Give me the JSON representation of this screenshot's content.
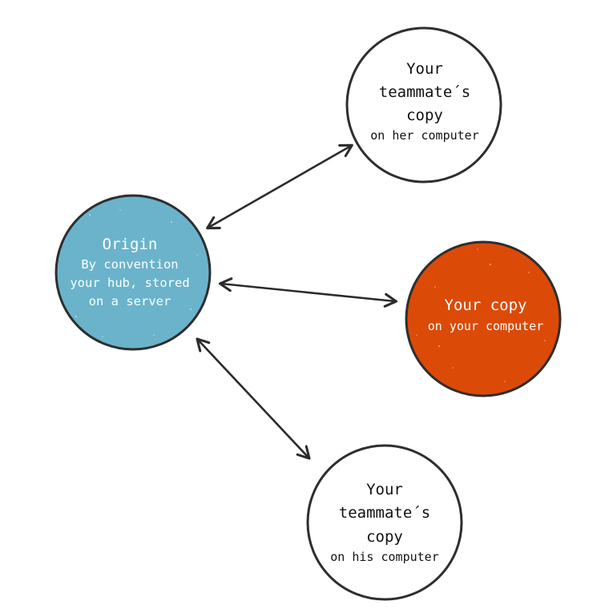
{
  "diagram": {
    "origin": {
      "title": "Origin",
      "line1": "By convention",
      "line2": "your hub, stored",
      "line3": "on a server",
      "color": "#6ab3cb"
    },
    "teammate_her": {
      "line1": "Your",
      "line2": "teammate´s",
      "line3": "copy",
      "line4": "on her computer",
      "color": "#ffffff"
    },
    "your_copy": {
      "title": "Your copy",
      "sub": "on your computer",
      "color": "#dc4a08"
    },
    "teammate_his": {
      "line1": "Your",
      "line2": "teammate´s",
      "line3": "copy",
      "line4": "on his computer",
      "color": "#ffffff"
    },
    "colors": {
      "outline": "#2e2e2e",
      "arrow": "#2b2b2b",
      "light_text": "#ffffff",
      "dark_text": "#111111"
    }
  }
}
